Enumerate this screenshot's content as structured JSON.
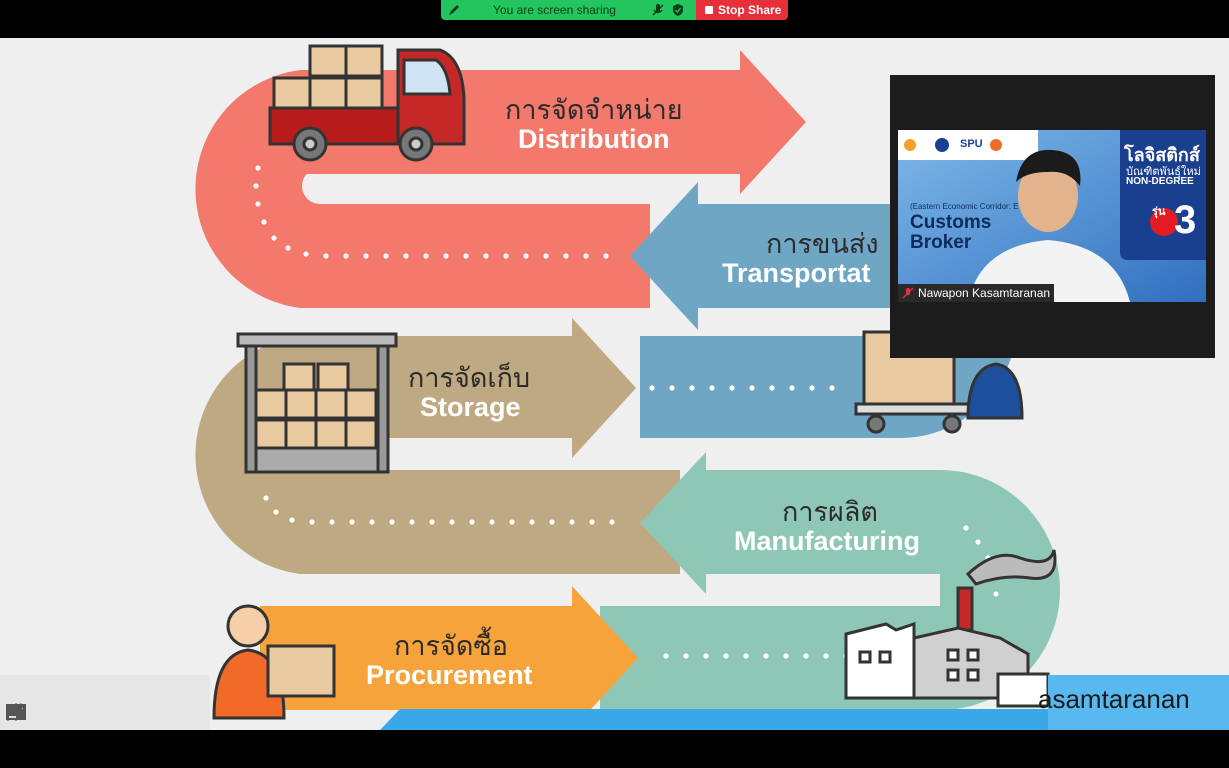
{
  "share_bar": {
    "status_text": "You are screen sharing",
    "stop_label": "Stop Share"
  },
  "slide": {
    "steps": [
      {
        "thai": "การจัดจำหน่าย",
        "english": "Distribution"
      },
      {
        "thai": "การขนส่ง",
        "english": "Transportat"
      },
      {
        "thai": "การจัดเก็บ",
        "english": "Storage"
      },
      {
        "thai": "การผลิต",
        "english": "Manufacturing"
      },
      {
        "thai": "การจัดซื้อ",
        "english": "Procurement"
      }
    ],
    "colors": {
      "distribution": "#f2796b",
      "transportation": "#6fa6c4",
      "storage": "#bfa982",
      "manufacturing": "#8fc7b6",
      "procurement": "#f7a33c"
    },
    "presenter_caption": "asamtaranan"
  },
  "video": {
    "participant_name": "Nawapon Kasamtaranan",
    "feed": {
      "brand": "SPU",
      "program_title": "โลจิสติกส์",
      "program_sub": "บัณฑิตพันธุ์ใหม่",
      "program_tag": "NON-DEGREE",
      "cohort_label": "รุ่น",
      "cohort_number": "3",
      "course_line1": "Customs",
      "course_line2": "Broker",
      "small_text": "(Eastern Economic Corridor: E"
    }
  },
  "nav_icons": [
    "arrow-left-icon",
    "pencil-icon",
    "notes-icon",
    "arrow-right-icon"
  ]
}
